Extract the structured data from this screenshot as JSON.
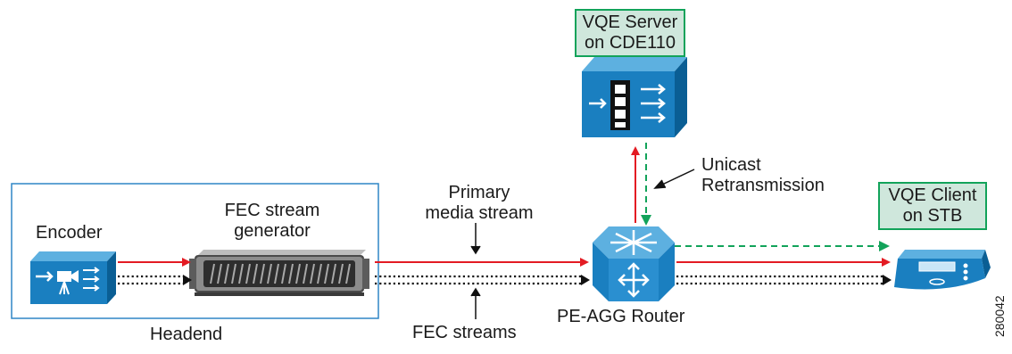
{
  "labels": {
    "encoder": "Encoder",
    "fec_gen_line1": "FEC stream",
    "fec_gen_line2": "generator",
    "headend": "Headend",
    "primary_line1": "Primary",
    "primary_line2": "media stream",
    "fec_streams": "FEC streams",
    "router": "PE-AGG Router",
    "unicast_line1": "Unicast",
    "unicast_line2": "Retransmission",
    "vqe_server_line1": "VQE Server",
    "vqe_server_line2": "on CDE110",
    "vqe_client_line1": "VQE Client",
    "vqe_client_line2": "on STB",
    "figure_id": "280042"
  },
  "colors": {
    "primary_stream": "#e31b23",
    "fec_stream": "#111111",
    "retransmission": "#12a35a",
    "device_blue": "#1a7fc0",
    "device_face": "#0b6aa6",
    "device_top": "#5db0e0",
    "badge_fill": "#cfe7dc",
    "badge_border": "#12a35a",
    "headend_border": "#2f86c6"
  },
  "icons": {
    "encoder": "encoder-camera-icon",
    "fec_generator": "rack-server-icon",
    "router": "router-icon",
    "vqe_server": "content-server-icon",
    "stb": "set-top-box-icon"
  }
}
